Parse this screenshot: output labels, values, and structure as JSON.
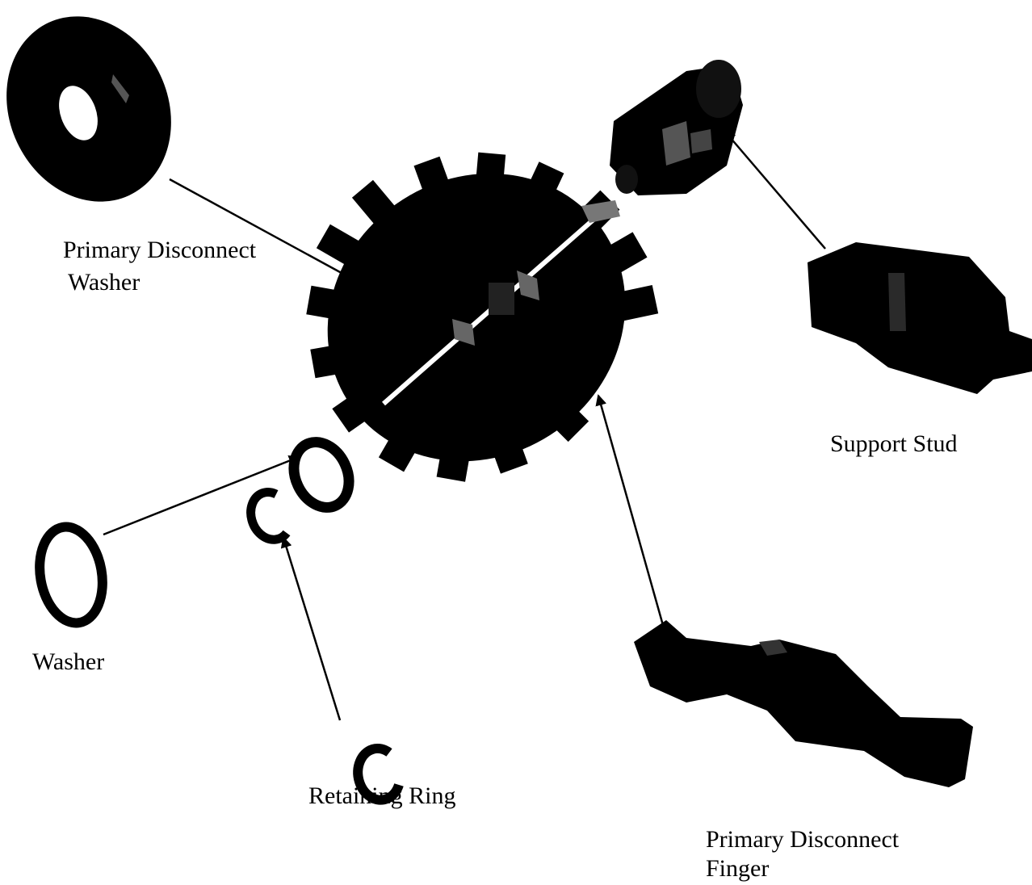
{
  "labels": {
    "primary_disconnect_washer": {
      "line1": "Primary Disconnect",
      "line2": "Washer"
    },
    "support_stud": "Support Stud",
    "washer": "Washer",
    "retaining_ring": "Retaining Ring",
    "primary_disconnect_finger": {
      "line1": "Primary  Disconnect",
      "line2": "Finger"
    }
  },
  "colors": {
    "part": "#000000",
    "background": "#ffffff",
    "leader_line": "#000000"
  }
}
